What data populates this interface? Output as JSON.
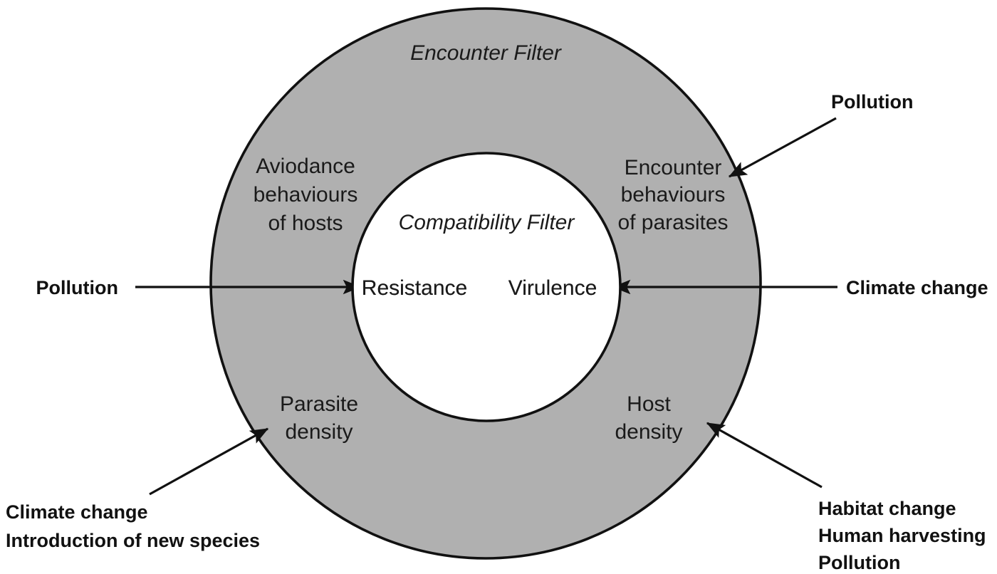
{
  "figure": {
    "type": "concentric-filter-diagram",
    "background_color": "#ffffff",
    "ring_fill_color": "#b0b0b0",
    "core_fill_color": "#ffffff",
    "stroke_color": "#111111"
  },
  "outer_ring": {
    "title": "Encounter Filter",
    "quadrants": [
      {
        "id": "avoidance",
        "lines": [
          "Aviodance",
          "behaviours",
          "of hosts"
        ]
      },
      {
        "id": "encounter",
        "lines": [
          "Encounter",
          "behaviours",
          "of parasites"
        ]
      },
      {
        "id": "parasite-density",
        "lines": [
          "Parasite",
          "density"
        ]
      },
      {
        "id": "host-density",
        "lines": [
          "Host",
          "density"
        ]
      }
    ]
  },
  "inner_circle": {
    "title": "Compatibility Filter",
    "terms": [
      {
        "id": "resistance",
        "label": "Resistance"
      },
      {
        "id": "virulence",
        "label": "Virulence"
      }
    ]
  },
  "drivers": [
    {
      "id": "pollution-left",
      "lines": [
        "Pollution"
      ],
      "target": "Resistance",
      "arrow": "horizontal-right"
    },
    {
      "id": "climate-change-right",
      "lines": [
        "Climate change"
      ],
      "target": "Virulence",
      "arrow": "horizontal-left"
    },
    {
      "id": "pollution-top-right",
      "lines": [
        "Pollution"
      ],
      "target": "Encounter behaviours of parasites",
      "arrow": "diagonal-down-left"
    },
    {
      "id": "climate-change-species-bottom-left",
      "lines": [
        "Climate change",
        "Introduction of new species"
      ],
      "target": "Parasite density",
      "arrow": "diagonal-up-right"
    },
    {
      "id": "habitat-human-pollution-bottom-right",
      "lines": [
        "Habitat change",
        "Human harvesting",
        "Pollution"
      ],
      "target": "Host density",
      "arrow": "diagonal-up-left"
    }
  ]
}
